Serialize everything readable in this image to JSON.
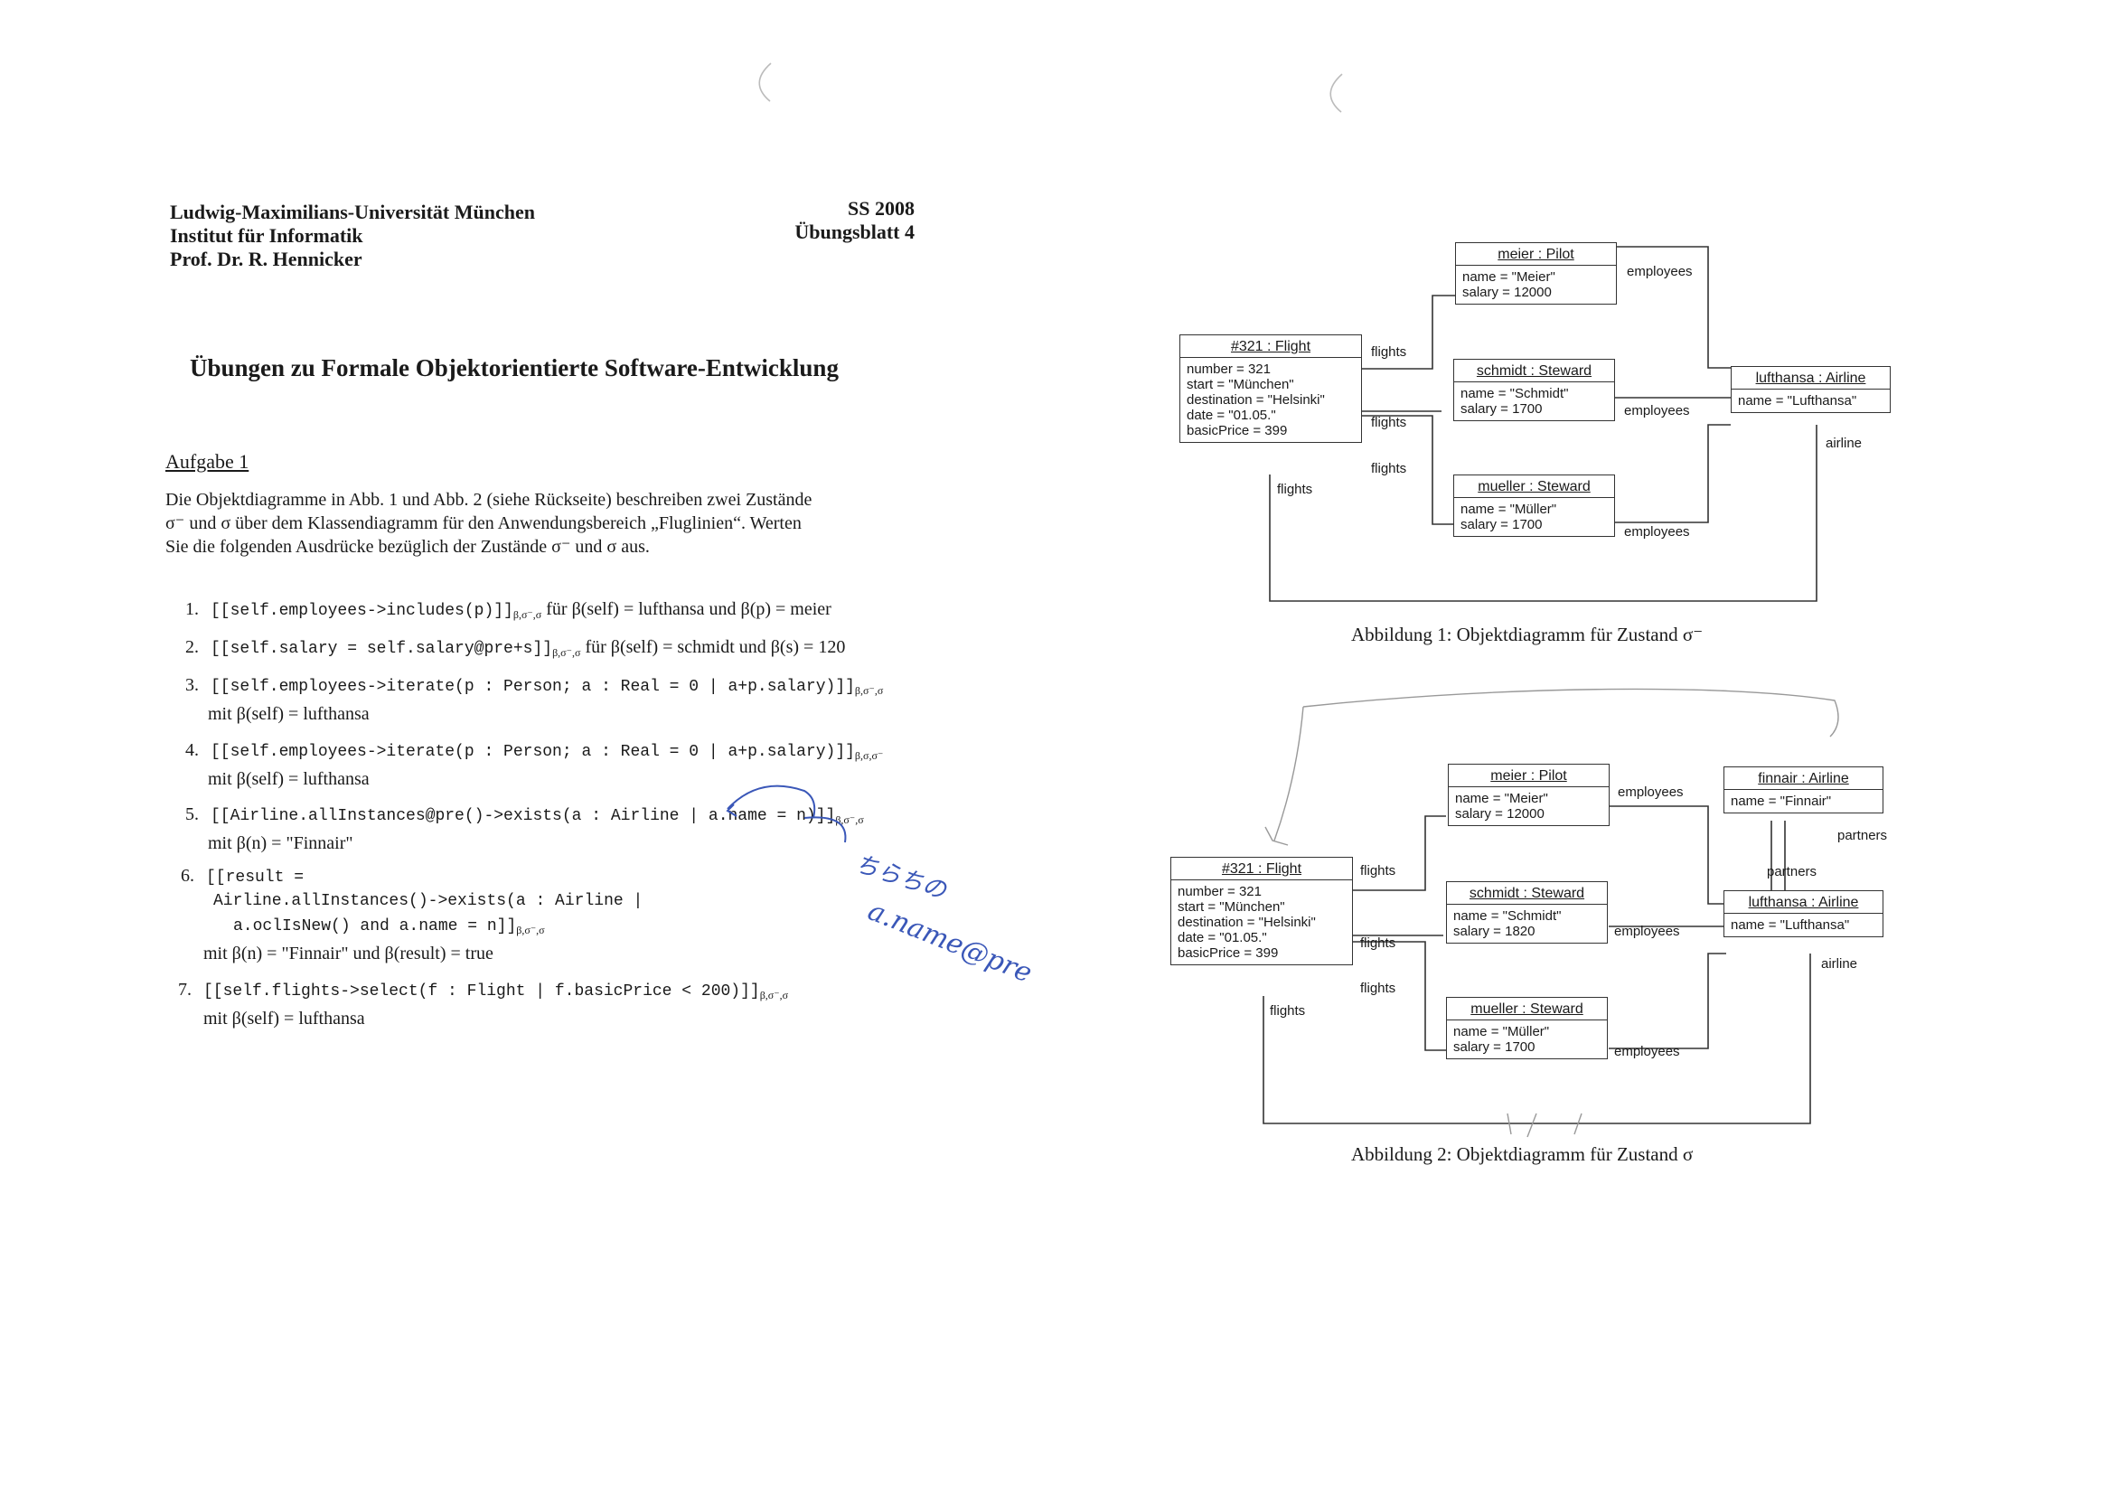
{
  "header": {
    "university": "Ludwig-Maximilians-Universität München",
    "institute": "Institut für Informatik",
    "professor": "Prof. Dr. R. Hennicker",
    "semester": "SS 2008",
    "sheet": "Übungsblatt 4"
  },
  "title": "Übungen zu Formale Objektorientierte Software-Entwicklung",
  "task": {
    "heading": "Aufgabe 1",
    "intro": [
      "Die Objektdiagramme in Abb. 1 und Abb. 2 (siehe Rückseite) beschreiben zwei Zustände",
      "σ⁻ und σ über dem Klassendiagramm für den Anwendungsbereich „Fluglinien“. Werten",
      "Sie die folgenden Ausdrücke bezüglich der Zustände σ⁻ und σ aus."
    ],
    "items": [
      {
        "n": "1.",
        "expr": "[[self.employees->includes(p)]]",
        "sub": "β,σ⁻,σ",
        "rest": " für β(self) = lufthansa und β(p) = meier",
        "line2": ""
      },
      {
        "n": "2.",
        "expr": "[[self.salary = self.salary@pre+s]]",
        "sub": "β,σ⁻,σ",
        "rest": " für β(self) = schmidt und β(s) = 120",
        "line2": ""
      },
      {
        "n": "3.",
        "expr": "[[self.employees->iterate(p : Person; a : Real = 0 | a+p.salary)]]",
        "sub": "β,σ⁻,σ",
        "rest": "",
        "line2": "mit β(self) = lufthansa"
      },
      {
        "n": "4.",
        "expr": "[[self.employees->iterate(p : Person; a : Real = 0 | a+p.salary)]]",
        "sub": "β,σ,σ⁻",
        "rest": "",
        "line2": "mit β(self) = lufthansa"
      },
      {
        "n": "5.",
        "expr": "[[Airline.allInstances@pre()->exists(a : Airline | a.name = n)]]",
        "sub": "β,σ⁻,σ",
        "rest": "",
        "line2": "mit β(n) = \"Finnair\""
      },
      {
        "n": "6.",
        "expr": "[[result =",
        "sub": "",
        "rest": "",
        "line2": ""
      },
      {
        "n": "7.",
        "expr": "[[self.flights->select(f : Flight | f.basicPrice < 200)]]",
        "sub": "β,σ⁻,σ",
        "rest": "",
        "line2": "mit β(self) = lufthansa"
      }
    ],
    "item6": {
      "l2": "Airline.allInstances()->exists(a : Airline |",
      "l3": "a.oclIsNew() and a.name = n]]",
      "l3sub": "β,σ⁻,σ",
      "l4": "mit β(n) = \"Finnair\" und β(result) = true"
    }
  },
  "figure1": {
    "caption": "Abbildung 1: Objektdiagramm für Zustand σ⁻",
    "objects": {
      "flight": {
        "name": "#321 : Flight",
        "attrs": "number = 321\nstart = \"München\"\ndestination = \"Helsinki\"\ndate = \"01.05.\"\nbasicPrice = 399"
      },
      "meier": {
        "name": "meier : Pilot",
        "attrs": "name = \"Meier\"\nsalary = 12000"
      },
      "schmidt": {
        "name": "schmidt : Steward",
        "attrs": "name = \"Schmidt\"\nsalary = 1700"
      },
      "mueller": {
        "name": "mueller : Steward",
        "attrs": "name = \"Müller\"\nsalary = 1700"
      },
      "lufthansa": {
        "name": "lufthansa : Airline",
        "attrs": "name = \"Lufthansa\""
      }
    },
    "roles": {
      "flights": "flights",
      "employees": "employees",
      "airline": "airline"
    }
  },
  "figure2": {
    "caption": "Abbildung 2: Objektdiagramm für Zustand σ",
    "objects": {
      "flight": {
        "name": "#321 : Flight",
        "attrs": "number = 321\nstart = \"München\"\ndestination = \"Helsinki\"\ndate = \"01.05.\"\nbasicPrice = 399"
      },
      "meier": {
        "name": "meier : Pilot",
        "attrs": "name = \"Meier\"\nsalary = 12000"
      },
      "schmidt": {
        "name": "schmidt : Steward",
        "attrs": "name = \"Schmidt\"\nsalary = 1820"
      },
      "mueller": {
        "name": "mueller : Steward",
        "attrs": "name = \"Müller\"\nsalary = 1700"
      },
      "finnair": {
        "name": "finnair : Airline",
        "attrs": "name = \"Finnair\""
      },
      "lufthansa": {
        "name": "lufthansa : Airline",
        "attrs": "name = \"Lufthansa\""
      }
    },
    "roles": {
      "flights": "flights",
      "employees": "employees",
      "airline": "airline",
      "partners": "partners"
    }
  },
  "handwriting": {
    "note1": "ちらちの",
    "note2": "a.name@pre"
  }
}
